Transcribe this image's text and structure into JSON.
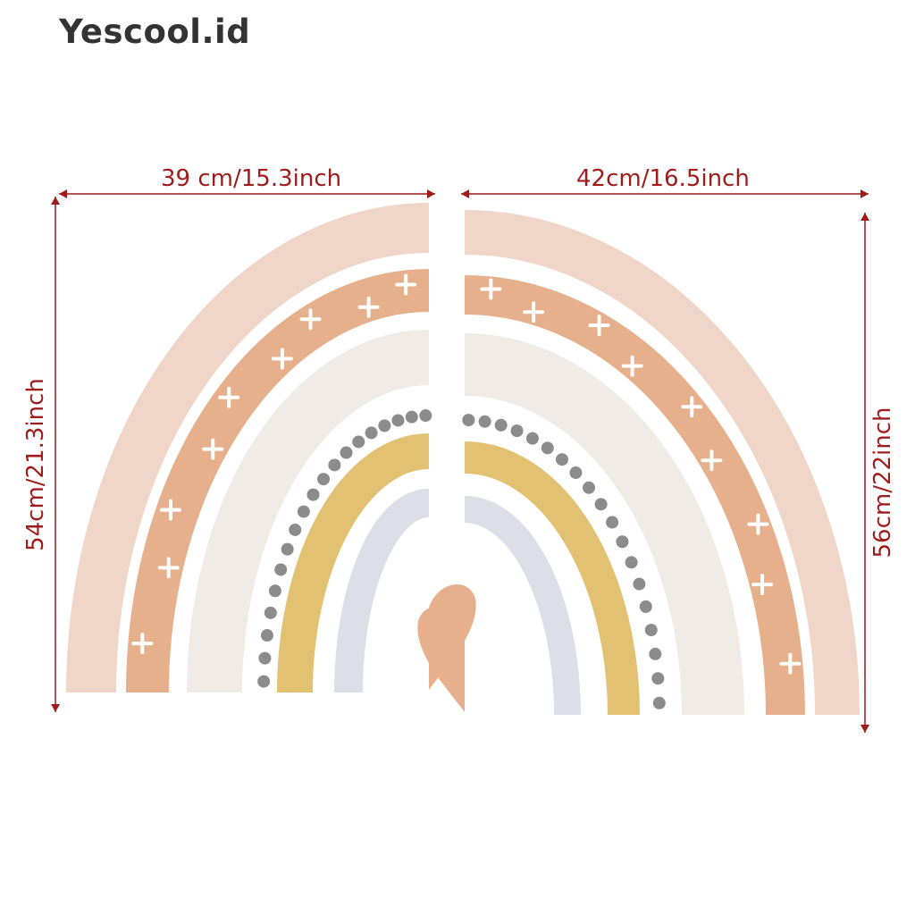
{
  "brand": "Yescool.id",
  "dimensions": {
    "left_width": "39 cm/15.3inch",
    "right_width": "42cm/16.5inch",
    "left_height": "54cm/21.3inch",
    "right_height": "56cm/22inch"
  },
  "colors": {
    "pink": "#f0d6c8",
    "orange": "#e6b08c",
    "cream": "#f0ebe4",
    "dots": "#8c8c8c",
    "yellow": "#e2c272",
    "blue_gray": "#dcdfe7",
    "heart": "#e6b08c",
    "dimension": "#9e1c1c"
  }
}
